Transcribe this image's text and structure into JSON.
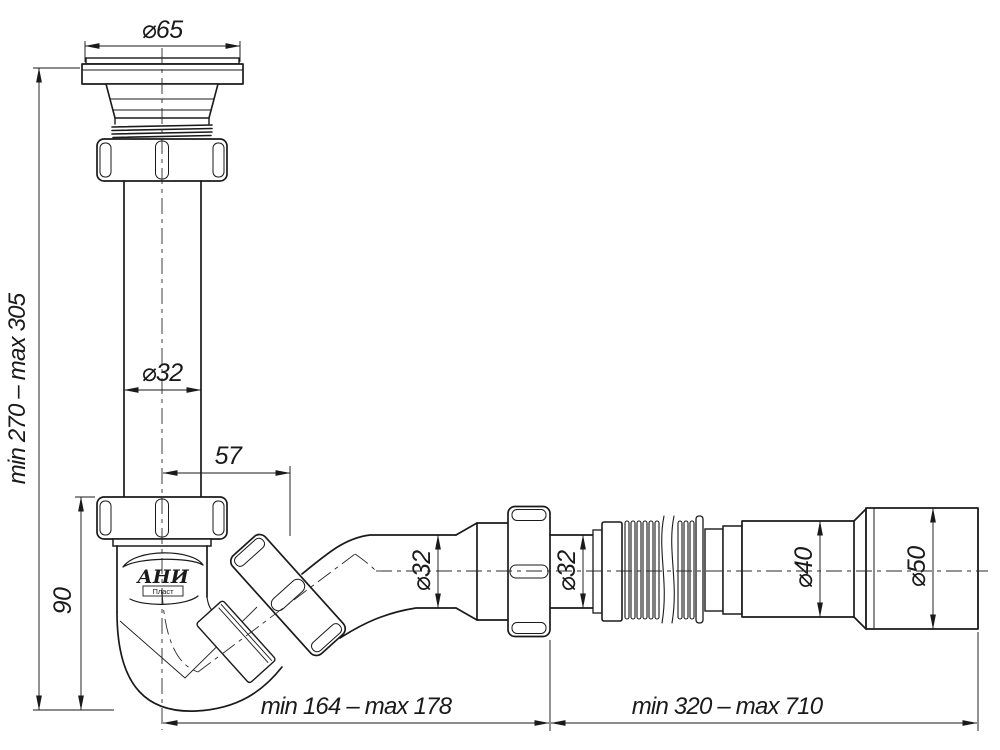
{
  "drawing": {
    "background": "#ffffff",
    "line_color": "#1a1a1a",
    "logo": {
      "text": "АНИ",
      "subtext": "Пласт"
    },
    "dims": {
      "flange_dia": "⌀65",
      "inlet_height": "min 270 – max 305",
      "inlet_dia": "⌀32",
      "outlet_offset": "57",
      "cup_height": "90",
      "outlet_dia": "⌀32",
      "hose_inlet_dia": "⌀32",
      "hose_dia": "⌀40",
      "hose_end_dia": "⌀50",
      "trap_span": "min 164 – max 178",
      "hose_span": "min 320 – max 710"
    }
  }
}
